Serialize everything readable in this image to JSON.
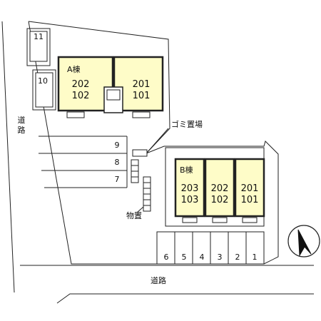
{
  "colors": {
    "building_fill": "#fefcc8",
    "line": "#222222",
    "background": "#ffffff"
  },
  "roads": {
    "left_label": "道路",
    "bottom_label": "道路"
  },
  "building_a": {
    "name": "A棟",
    "units_left": [
      "202",
      "102"
    ],
    "units_right": [
      "201",
      "101"
    ]
  },
  "building_b": {
    "name": "B棟",
    "units": [
      [
        "203",
        "103"
      ],
      [
        "202",
        "102"
      ],
      [
        "201",
        "101"
      ]
    ]
  },
  "labels": {
    "garbage": "ゴミ置場",
    "storage": "物置"
  },
  "parking_top": [
    "11",
    "10"
  ],
  "parking_middle": [
    "9",
    "8",
    "7"
  ],
  "parking_bottom": [
    "6",
    "5",
    "4",
    "3",
    "2",
    "1"
  ],
  "compass_icon": "north-arrow-icon"
}
